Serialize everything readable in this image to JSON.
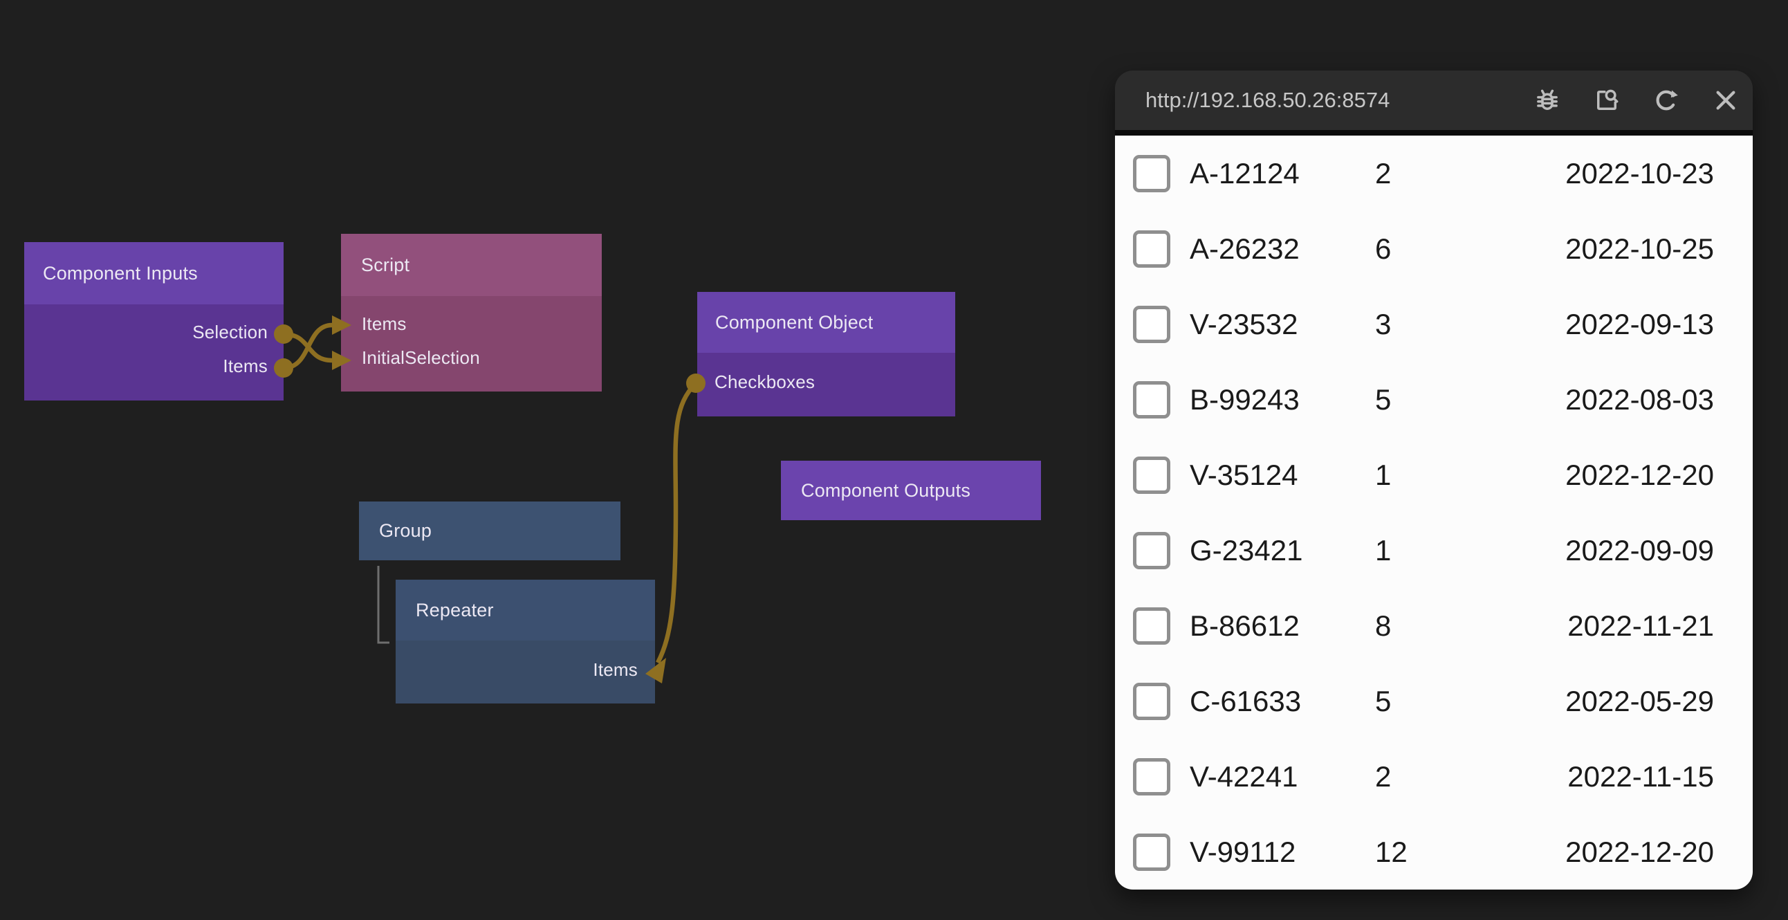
{
  "canvas": {
    "nodes": {
      "component_inputs": {
        "title": "Component Inputs",
        "ports": [
          "Selection",
          "Items"
        ]
      },
      "script": {
        "title": "Script",
        "ports": [
          "Items",
          "InitialSelection"
        ]
      },
      "component_object": {
        "title": "Component Object",
        "ports": [
          "Checkboxes"
        ]
      },
      "component_outputs": {
        "title": "Component Outputs"
      },
      "group": {
        "title": "Group"
      },
      "repeater": {
        "title": "Repeater",
        "ports": [
          "Items"
        ]
      }
    },
    "connections": [
      {
        "from": "Component Inputs.Selection",
        "to": "Script.InitialSelection"
      },
      {
        "from": "Component Inputs.Items",
        "to": "Script.Items"
      },
      {
        "from": "Component Object.Checkboxes",
        "to": "Repeater.Items"
      }
    ]
  },
  "browser": {
    "url": "http://192.168.50.26:8574",
    "toolbar_icons": [
      "debug-icon",
      "page-search-icon",
      "refresh-icon",
      "close-icon"
    ],
    "table_rows": [
      {
        "id": "A-12124",
        "qty": "2",
        "date": "2022-10-23"
      },
      {
        "id": "A-26232",
        "qty": "6",
        "date": "2022-10-25"
      },
      {
        "id": "V-23532",
        "qty": "3",
        "date": "2022-09-13"
      },
      {
        "id": "B-99243",
        "qty": "5",
        "date": "2022-08-03"
      },
      {
        "id": "V-35124",
        "qty": "1",
        "date": "2022-12-20"
      },
      {
        "id": "G-23421",
        "qty": "1",
        "date": "2022-09-09"
      },
      {
        "id": "B-86612",
        "qty": "8",
        "date": "2022-11-21"
      },
      {
        "id": "C-61633",
        "qty": "5",
        "date": "2022-05-29"
      },
      {
        "id": "V-42241",
        "qty": "2",
        "date": "2022-11-15"
      },
      {
        "id": "V-99112",
        "qty": "12",
        "date": "2022-12-20"
      }
    ]
  },
  "colors": {
    "canvas_bg": "#1F1F1F",
    "purple_header": "#6843AA",
    "purple_body": "#5A3492",
    "outputs_fill": "#6B44AD",
    "mauve_header": "#92507C",
    "mauve_body": "#85466E",
    "slate_header": "#3C5070",
    "slate_body": "#394B66",
    "wire": "#8E6F21",
    "tree_guide": "#6E6E6E",
    "panel_bar": "#2C2C2C",
    "panel_bg": "#FCFCFC",
    "url_text": "#C7C7C7",
    "toolbar_icon": "#BDBDBD",
    "row_text": "#1A1A1A",
    "checkbox_border": "#8F8F8F"
  }
}
